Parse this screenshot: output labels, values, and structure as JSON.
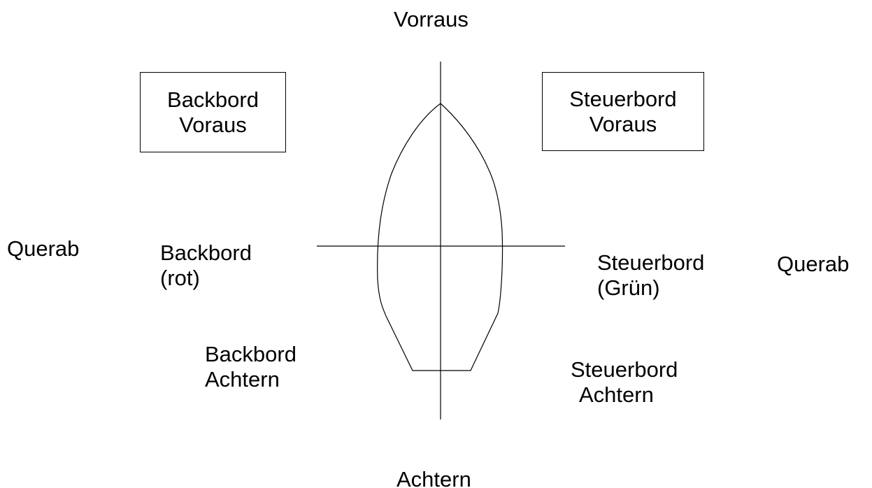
{
  "labels": {
    "forward": "Vorraus",
    "aft": "Achtern",
    "beam_left": "Querab",
    "beam_right": "Querab",
    "port_bow": {
      "line1": "Backbord",
      "line2": "Voraus"
    },
    "starboard_bow": {
      "line1": "Steuerbord",
      "line2": "Voraus"
    },
    "port": {
      "line1": "Backbord",
      "line2": "(rot)"
    },
    "starboard": {
      "line1": "Steuerbord",
      "line2": "(Grün)"
    },
    "port_quarter": {
      "line1": "Backbord",
      "line2": "Achtern"
    },
    "starboard_quarter": {
      "line1": "Steuerbord",
      "line2": "Achtern"
    }
  },
  "colors": {
    "line": "#000000",
    "background": "#ffffff",
    "text": "#000000"
  }
}
